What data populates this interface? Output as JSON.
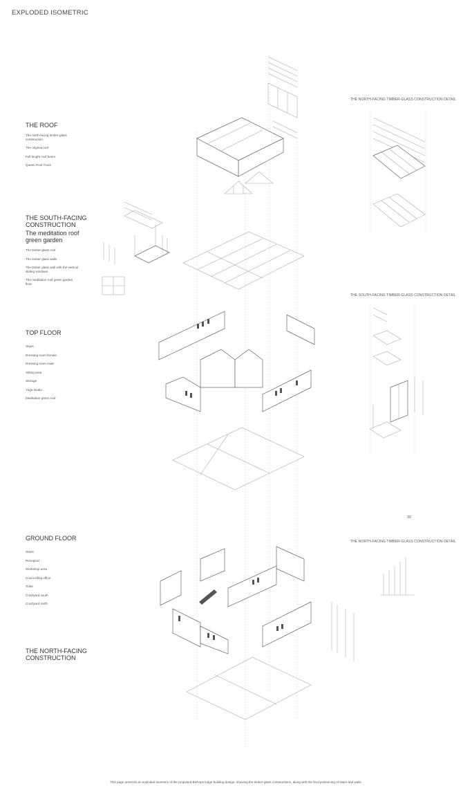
{
  "page_title": "EXPLODED ISOMETRIC",
  "sections": {
    "roof": {
      "heading": "THE ROOF",
      "items": [
        "The north-facing timber-glass construction",
        "The original roof",
        "Full lenght roof beam",
        "Queen Post Truss"
      ]
    },
    "south": {
      "heading": "THE SOUTH-FACING CONSTRUCTION",
      "subheading": "The meditation roof green garden",
      "items": [
        "The timber-glass roof",
        "The timber glass walls",
        "The timber glass wall with the vertical sliding windows",
        "The meditation roof green garden floor"
      ]
    },
    "top_floor": {
      "heading": "TOP FLOOR",
      "items": [
        "Stairs",
        "Dressing room female",
        "Dressing room male",
        "Sitting area",
        "Storage",
        "Yoga studio",
        "Meditation green roof"
      ]
    },
    "ground_floor": {
      "heading": "GROUND FLOOR",
      "items": [
        "Stairs",
        "Reception",
        "Workshop area",
        "Councelling office",
        "Toilet",
        "Courtyard south",
        "Courtyard north"
      ]
    },
    "north": {
      "heading": "THE NORTH-FACING CONSTRUCTION"
    }
  },
  "details": {
    "north_1": "THE NORTH-FACING TIMBER-GLASS CONSTRUCTION DETAIL",
    "south": "THE SOUTH-FACING TIMBER-GLASS CONSTRUCTION DETAIL",
    "north_2": "THE NORTH-FACING TIMBER-GLASS CONSTRUCTION DETAIL"
  },
  "page_number": "30",
  "caption": "This page presents an exploded isometric of the proposed Bishops lodge building design, showing the timber-glass constructions, along with the final positioning of stairs and walls."
}
